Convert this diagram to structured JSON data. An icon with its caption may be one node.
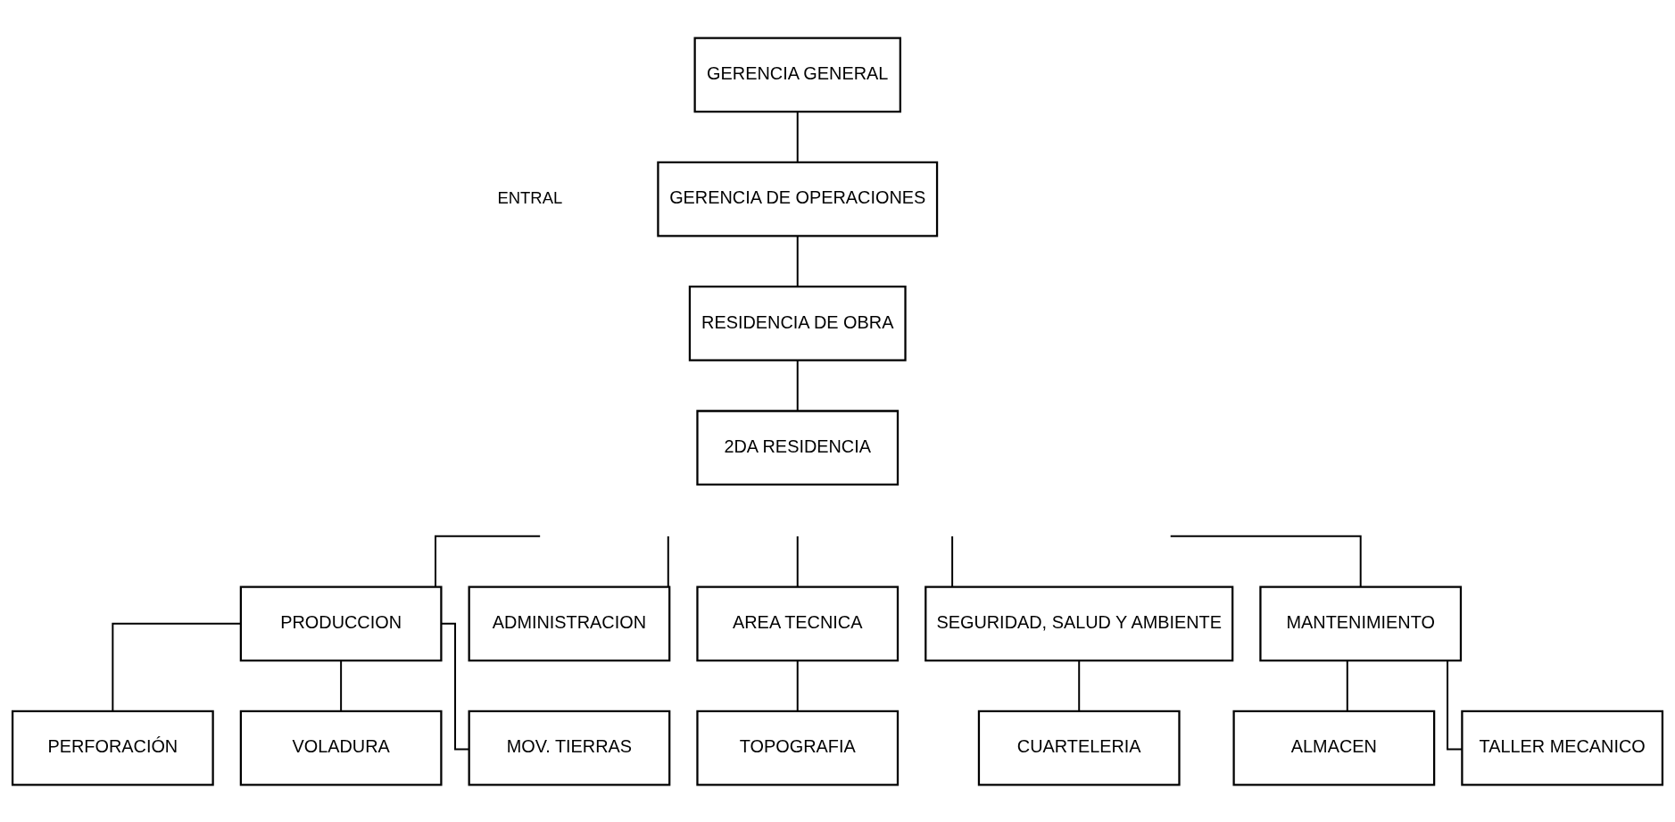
{
  "diagram": {
    "nodes": [
      {
        "text": [
          "GERENCIA GENERAL"
        ]
      },
      {
        "text": [
          "GERENCIA DE OPERACIONES"
        ]
      },
      {
        "text": [
          "RESIDENCIA DE OBRA"
        ]
      },
      {
        "text": [
          "2DA RESIDENCIA"
        ]
      },
      {
        "text": [
          "PRODUCCION"
        ]
      },
      {
        "text": [
          "ADMINISTRACION"
        ]
      },
      {
        "text": [
          "AREA TECNICA"
        ]
      },
      {
        "text": [
          "SEGURIDAD, SALUD Y AMBIENTE"
        ]
      },
      {
        "text": [
          "MANTENIMIENTO"
        ]
      },
      {
        "text": [
          "PERFORACIÓN"
        ]
      },
      {
        "text": [
          "VOLADURA"
        ]
      },
      {
        "text": [
          "MOV. TIERRAS"
        ]
      },
      {
        "text": [
          "TOPOGRAFIA"
        ]
      },
      {
        "text": [
          "CUARTELERIA"
        ]
      },
      {
        "text": [
          "ALMACEN"
        ]
      },
      {
        "text": [
          "TALLER MECANICO"
        ]
      }
    ],
    "edges": [
      {
        "from": 0,
        "to": 1,
        "arrow": "none"
      },
      {
        "from": 1,
        "to": 2,
        "arrow": "none"
      },
      {
        "from": 2,
        "to": 3,
        "arrow": "none"
      },
      {
        "from": null,
        "to": 4,
        "arrow": "none"
      },
      {
        "from": null,
        "to": 5,
        "arrow": "none"
      },
      {
        "from": null,
        "to": 6,
        "arrow": "none"
      },
      {
        "from": null,
        "to": 7,
        "arrow": "none"
      },
      {
        "from": null,
        "to": 8,
        "arrow": "none"
      },
      {
        "from": 4,
        "to": 9,
        "arrow": "none"
      },
      {
        "from": 4,
        "to": 10,
        "arrow": "none"
      },
      {
        "from": 4,
        "to": 11,
        "arrow": "none"
      },
      {
        "from": 6,
        "to": 12,
        "arrow": "none"
      },
      {
        "from": 7,
        "to": 13,
        "arrow": "none"
      },
      {
        "from": 8,
        "to": 14,
        "arrow": "none"
      },
      {
        "from": 8,
        "to": 15,
        "arrow": "none"
      }
    ],
    "labels": [
      "ENTRAL"
    ]
  }
}
